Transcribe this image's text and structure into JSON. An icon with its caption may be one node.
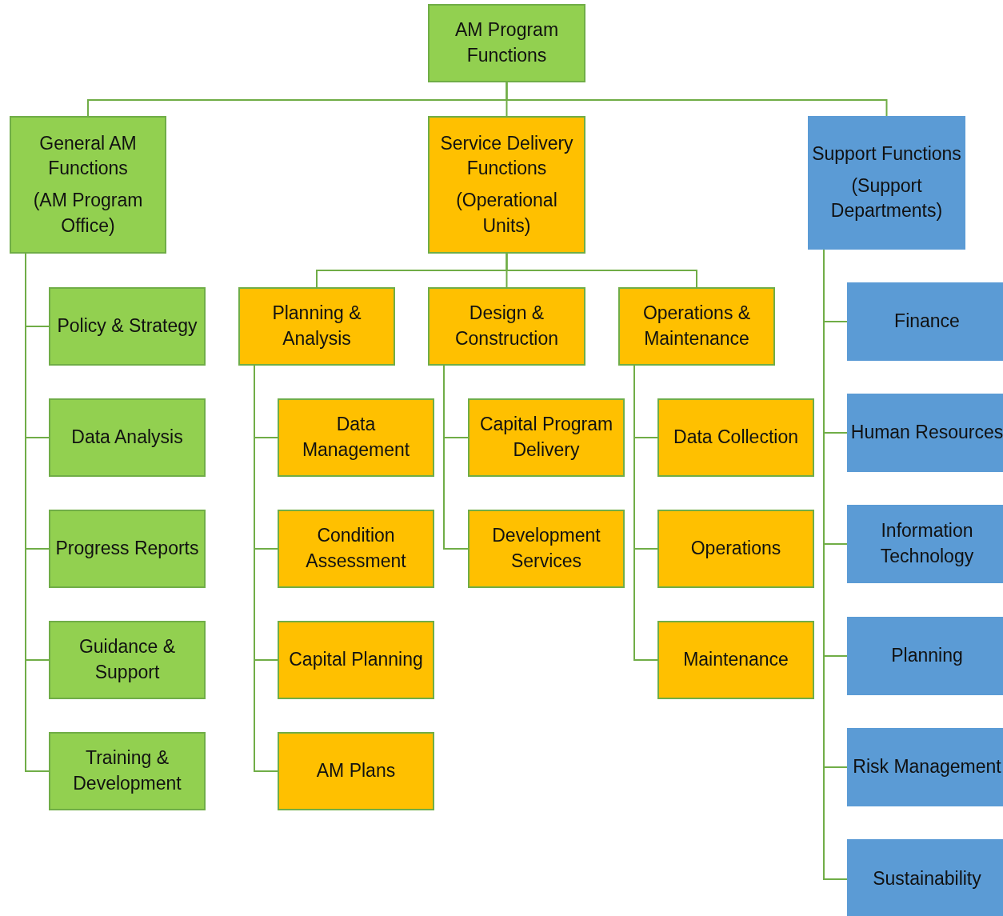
{
  "diagram": {
    "nodes": [
      {
        "text": [
          "AM Program Functions"
        ]
      },
      {
        "text": [
          "General AM Functions",
          "(AM Program Office)"
        ]
      },
      {
        "text": [
          "Service Delivery Functions",
          "(Operational Units)"
        ]
      },
      {
        "text": [
          "Support Functions",
          "(Support Departments)"
        ]
      },
      {
        "text": [
          "Policy & Strategy"
        ]
      },
      {
        "text": [
          "Data Analysis"
        ]
      },
      {
        "text": [
          "Progress Reports"
        ]
      },
      {
        "text": [
          "Guidance & Support"
        ]
      },
      {
        "text": [
          "Training & Development"
        ]
      },
      {
        "text": [
          "Planning & Analysis"
        ]
      },
      {
        "text": [
          "Design & Construction"
        ]
      },
      {
        "text": [
          "Operations & Maintenance"
        ]
      },
      {
        "text": [
          "Data Management"
        ]
      },
      {
        "text": [
          "Condition Assessment"
        ]
      },
      {
        "text": [
          "Capital Planning"
        ]
      },
      {
        "text": [
          "AM Plans"
        ]
      },
      {
        "text": [
          "Capital Program Delivery"
        ]
      },
      {
        "text": [
          "Development Services"
        ]
      },
      {
        "text": [
          "Data Collection"
        ]
      },
      {
        "text": [
          "Operations"
        ]
      },
      {
        "text": [
          "Maintenance"
        ]
      },
      {
        "text": [
          "Finance"
        ]
      },
      {
        "text": [
          "Human Resources"
        ]
      },
      {
        "text": [
          "Information Technology"
        ]
      },
      {
        "text": [
          "Planning"
        ]
      },
      {
        "text": [
          "Risk Management"
        ]
      },
      {
        "text": [
          "Sustainability"
        ]
      }
    ],
    "edges": [
      {
        "from": 0,
        "to": 1,
        "arrow": "none"
      },
      {
        "from": 0,
        "to": 2,
        "arrow": "none"
      },
      {
        "from": 0,
        "to": 3,
        "arrow": "none"
      },
      {
        "from": 1,
        "to": 4,
        "arrow": "none"
      },
      {
        "from": 1,
        "to": 5,
        "arrow": "none"
      },
      {
        "from": 1,
        "to": 6,
        "arrow": "none"
      },
      {
        "from": 1,
        "to": 7,
        "arrow": "none"
      },
      {
        "from": 1,
        "to": 8,
        "arrow": "none"
      },
      {
        "from": 2,
        "to": 9,
        "arrow": "none"
      },
      {
        "from": 2,
        "to": 10,
        "arrow": "none"
      },
      {
        "from": 2,
        "to": 11,
        "arrow": "none"
      },
      {
        "from": 9,
        "to": 12,
        "arrow": "none"
      },
      {
        "from": 9,
        "to": 13,
        "arrow": "none"
      },
      {
        "from": 9,
        "to": 14,
        "arrow": "none"
      },
      {
        "from": 9,
        "to": 15,
        "arrow": "none"
      },
      {
        "from": 10,
        "to": 16,
        "arrow": "none"
      },
      {
        "from": 10,
        "to": 17,
        "arrow": "none"
      },
      {
        "from": 11,
        "to": 18,
        "arrow": "none"
      },
      {
        "from": 11,
        "to": 19,
        "arrow": "none"
      },
      {
        "from": 11,
        "to": 20,
        "arrow": "none"
      },
      {
        "from": 3,
        "to": 21,
        "arrow": "none"
      },
      {
        "from": 3,
        "to": 22,
        "arrow": "none"
      },
      {
        "from": 3,
        "to": 23,
        "arrow": "none"
      },
      {
        "from": 3,
        "to": 24,
        "arrow": "none"
      },
      {
        "from": 3,
        "to": 25,
        "arrow": "none"
      },
      {
        "from": 3,
        "to": 26,
        "arrow": "none"
      }
    ]
  }
}
